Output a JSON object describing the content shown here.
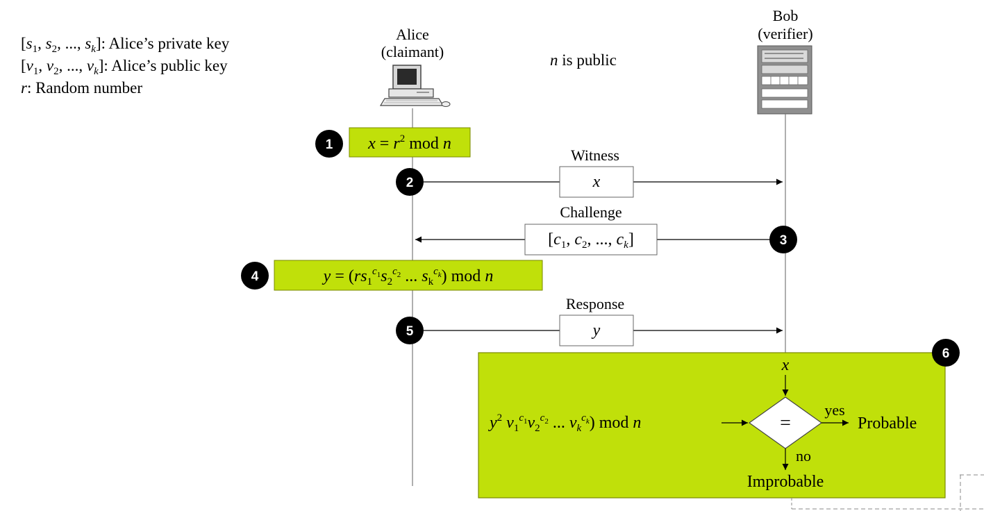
{
  "legend": {
    "private_key": [
      "[",
      "s",
      "1",
      ", ",
      "s",
      "2",
      ", ..., ",
      "s",
      "k",
      "]: Alice’s private key"
    ],
    "public_key": [
      "[",
      "v",
      "1",
      ", ",
      "v",
      "2",
      ", ..., ",
      "v",
      "k",
      "]: Alice’s public key"
    ],
    "random": [
      "r",
      ": Random number"
    ]
  },
  "public_note": [
    "n",
    " is public"
  ],
  "alice": {
    "name": "Alice",
    "role": "(claimant)"
  },
  "bob": {
    "name": "Bob",
    "role": "(verifier)"
  },
  "steps": {
    "s1": {
      "num": "1",
      "expr": [
        "x",
        " = ",
        "r",
        "2",
        " mod ",
        "n"
      ]
    },
    "s2": {
      "num": "2",
      "label": "Witness",
      "value": "x"
    },
    "s3": {
      "num": "3",
      "label": "Challenge",
      "value": [
        "[",
        "c",
        "1",
        ", ",
        "c",
        "2",
        ", ..., ",
        "c",
        "k",
        "]"
      ]
    },
    "s4": {
      "num": "4",
      "expr": [
        "y",
        " = (",
        "rs",
        "1",
        "c",
        "1",
        "s",
        "2",
        "c",
        "2",
        " ...  ",
        "s",
        "k",
        "c",
        "k",
        ") mod ",
        "n"
      ]
    },
    "s5": {
      "num": "5",
      "label": "Response",
      "value": "y"
    },
    "s6": {
      "num": "6",
      "top_input": "x",
      "left_expr": [
        "y",
        "2",
        " ",
        "v",
        "1",
        "c",
        "1",
        "v",
        "2",
        "c",
        "2",
        " ... ",
        "v",
        "k",
        "c",
        "k",
        ") mod ",
        "n"
      ],
      "compare": "=",
      "yes": "yes",
      "no": "no",
      "probable": "Probable",
      "improbable": "Improbable"
    }
  },
  "colors": {
    "green": "#c0e00a",
    "node": "#000000",
    "line": "#7a7a7a"
  }
}
